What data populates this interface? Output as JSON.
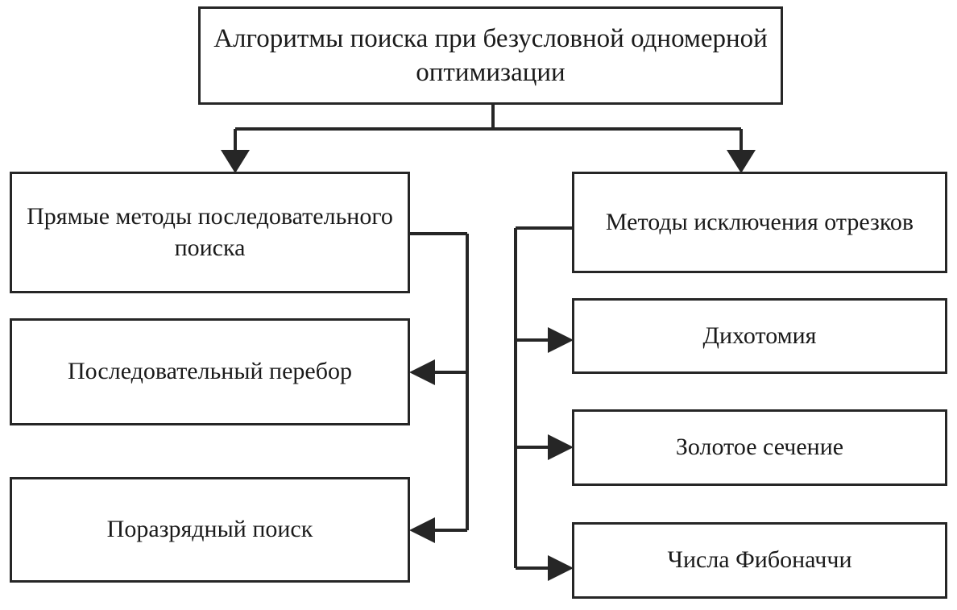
{
  "diagram": {
    "type": "flowchart",
    "language": "ru",
    "colors": {
      "stroke": "#262626",
      "background": "#ffffff",
      "text": "#1a1a1a"
    },
    "nodes": {
      "title": "Алгоритмы поиска при безусловной одномерной оптимизации",
      "direct_methods": "Прямые методы последовательного поиска",
      "sequential_search": "Последовательный перебор",
      "digit_search": "Поразрядный поиск",
      "exclusion_methods": "Методы исключения отрезков",
      "dichotomy": "Дихотомия",
      "golden_section": "Золотое сечение",
      "fibonacci_numbers": "Числа Фибоначчи"
    },
    "edges": [
      {
        "from": "title",
        "to": "direct_methods",
        "arrow": "down"
      },
      {
        "from": "title",
        "to": "exclusion_methods",
        "arrow": "down"
      },
      {
        "from": "direct_methods",
        "to": "sequential_search",
        "arrow": "left"
      },
      {
        "from": "direct_methods",
        "to": "digit_search",
        "arrow": "left"
      },
      {
        "from": "exclusion_methods",
        "to": "dichotomy",
        "arrow": "right"
      },
      {
        "from": "exclusion_methods",
        "to": "golden_section",
        "arrow": "right"
      },
      {
        "from": "exclusion_methods",
        "to": "fibonacci_numbers",
        "arrow": "right"
      }
    ]
  }
}
